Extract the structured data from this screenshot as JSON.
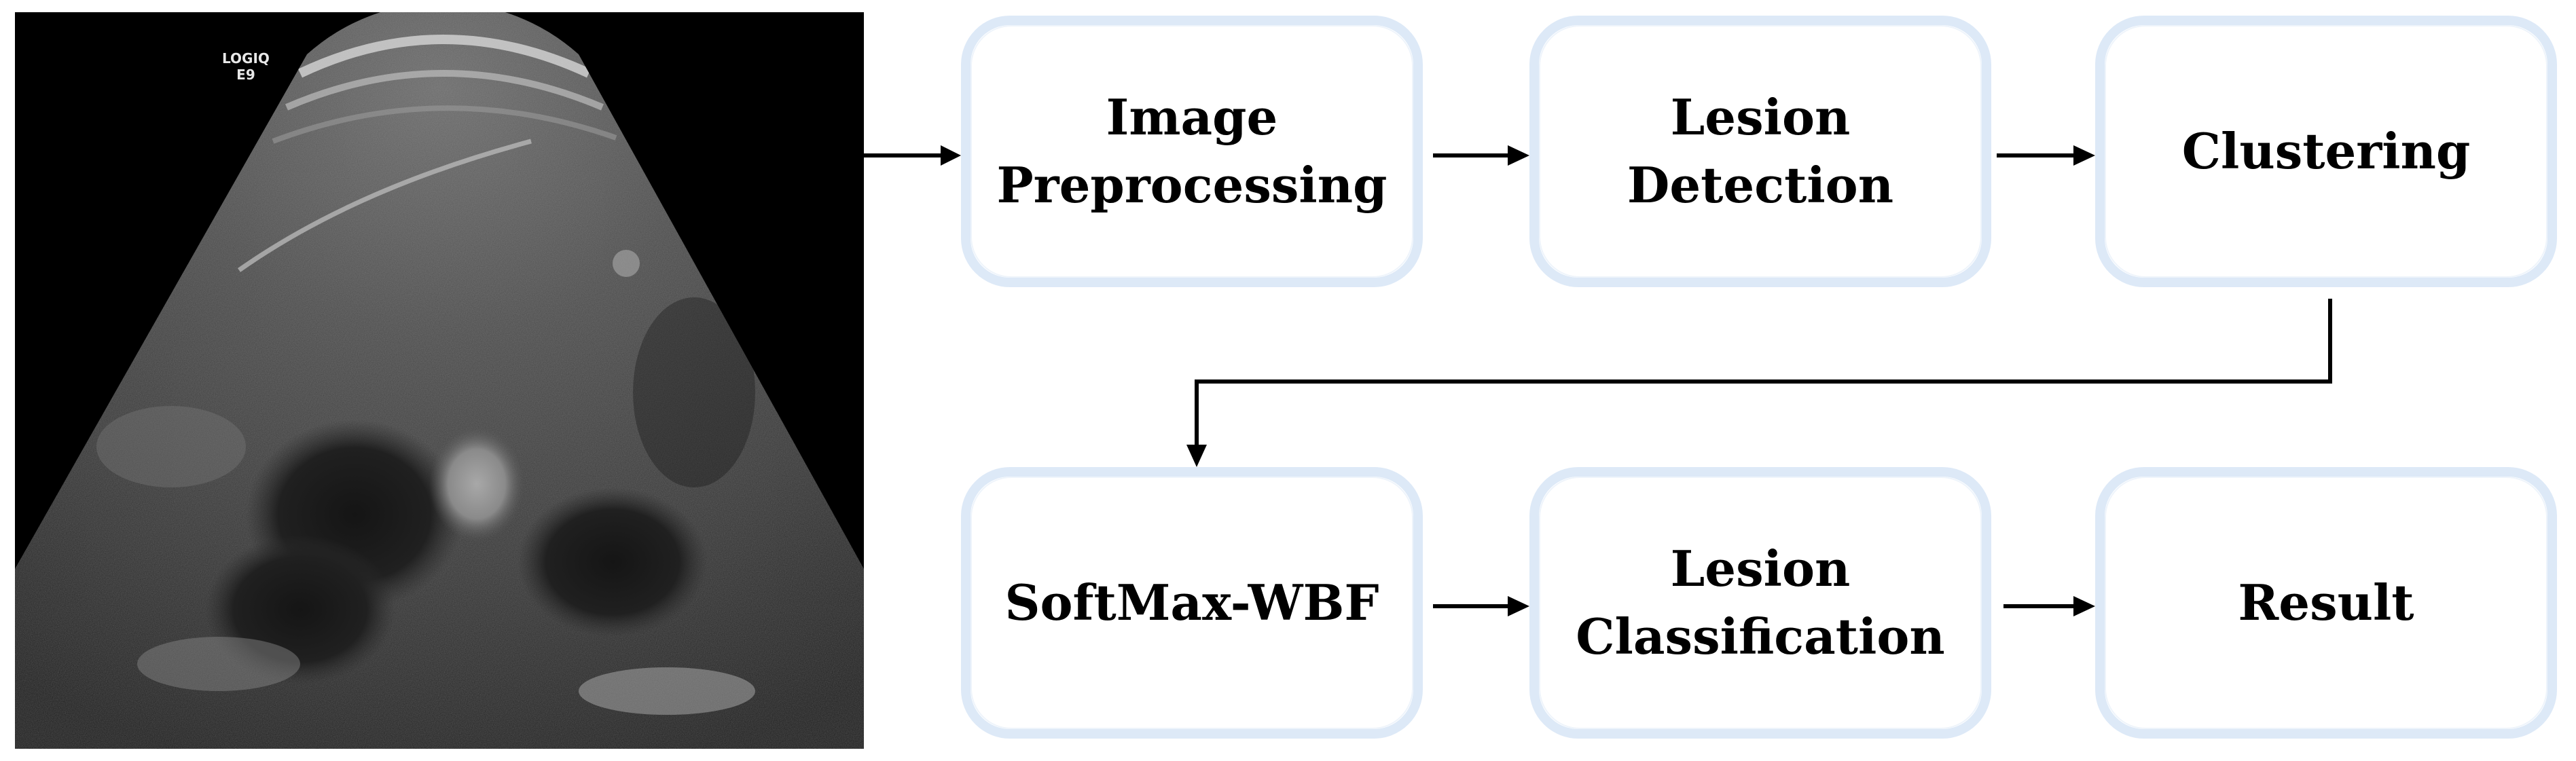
{
  "scan": {
    "scanner_model_line1": "LOGIQ",
    "scanner_model_line2": "E9"
  },
  "steps": [
    {
      "id": "image-preprocessing",
      "label": "Image\nPreprocessing"
    },
    {
      "id": "lesion-detection",
      "label": "Lesion\nDetection"
    },
    {
      "id": "clustering",
      "label": "Clustering"
    },
    {
      "id": "softmax-wbf",
      "label": "SoftMax-WBF"
    },
    {
      "id": "lesion-classification",
      "label": "Lesion\nClassification"
    },
    {
      "id": "result",
      "label": "Result"
    }
  ],
  "colors": {
    "box_border": "#dde9f7",
    "arrow": "#000000",
    "scan_background": "#000000"
  }
}
